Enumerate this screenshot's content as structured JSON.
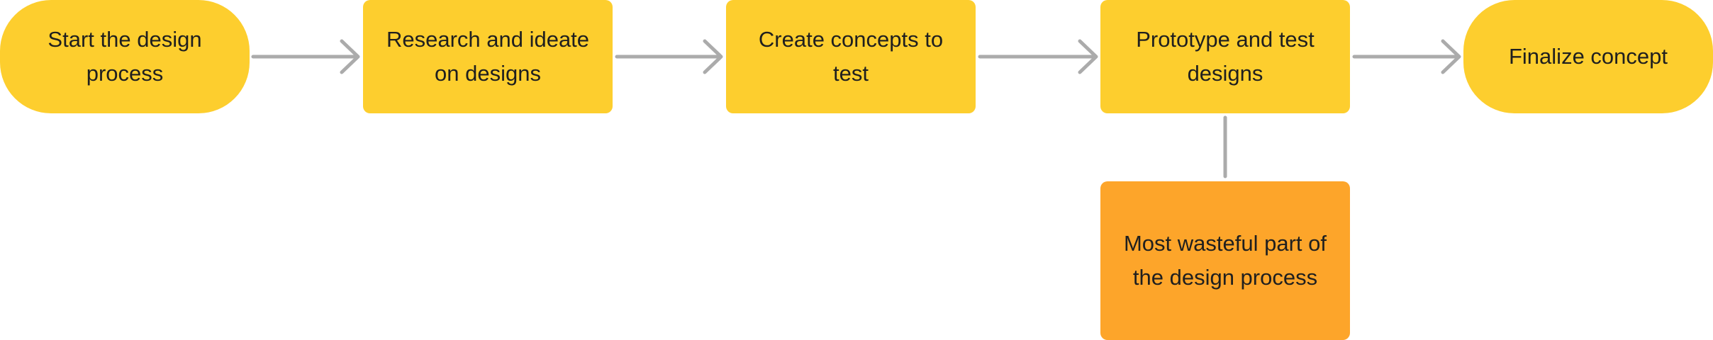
{
  "colors": {
    "step_fill": "#FDCE2E",
    "highlight_fill": "#FDA52A",
    "connector": "#ABABAB",
    "text": "#1F1F1F"
  },
  "steps": [
    {
      "id": "start",
      "shape": "terminal",
      "label": "Start the design process"
    },
    {
      "id": "research",
      "shape": "process",
      "label": "Research and ideate on designs"
    },
    {
      "id": "concepts",
      "shape": "process",
      "label": "Create concepts to test"
    },
    {
      "id": "prototype",
      "shape": "process",
      "label": "Prototype and test designs"
    },
    {
      "id": "finalize",
      "shape": "terminal",
      "label": "Finalize concept"
    }
  ],
  "annotation": {
    "attached_to": "prototype",
    "label": "Most wasteful part of the design process"
  },
  "edges": [
    {
      "from": "start",
      "to": "research",
      "arrow": true
    },
    {
      "from": "research",
      "to": "concepts",
      "arrow": true
    },
    {
      "from": "concepts",
      "to": "prototype",
      "arrow": true
    },
    {
      "from": "prototype",
      "to": "finalize",
      "arrow": true
    },
    {
      "from": "prototype",
      "to": "annotation",
      "arrow": false
    }
  ]
}
